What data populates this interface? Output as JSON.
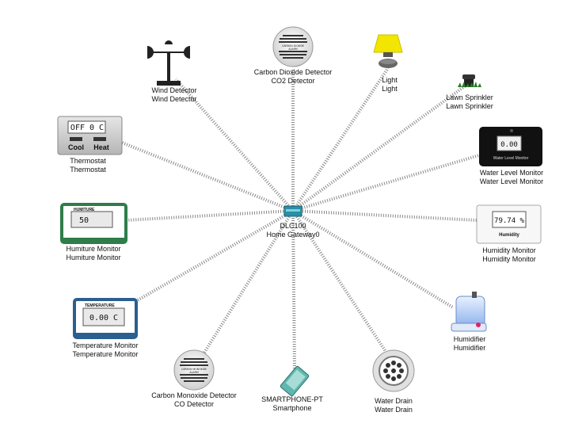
{
  "gateway": {
    "name": "DLC100",
    "subtitle": "Home Gateway0"
  },
  "devices": [
    {
      "id": "wind",
      "name": "Wind Detector",
      "subtitle": "Wind Detector",
      "icon": "anemometer-icon"
    },
    {
      "id": "co2",
      "name": "Carbon Dioxide Detector",
      "subtitle": "CO2 Detector",
      "icon": "smoke-alarm-icon",
      "device_text": [
        "CARBON DIOXIDE",
        "ALARM"
      ]
    },
    {
      "id": "light",
      "name": "Light",
      "subtitle": "Light",
      "icon": "lamp-icon"
    },
    {
      "id": "sprinkler",
      "name": "Lawn Sprinkler",
      "subtitle": "Lawn Sprinkler",
      "icon": "sprinkler-icon"
    },
    {
      "id": "thermostat",
      "name": "Thermostat",
      "subtitle": "Thermostat",
      "icon": "thermostat-icon",
      "display": "OFF 0 C",
      "cool": "Cool",
      "heat": "Heat"
    },
    {
      "id": "water-level",
      "name": "Water Level Monitor",
      "subtitle": "Water Level Monitor",
      "icon": "water-level-monitor-icon",
      "display": "0.00",
      "caption": "Water Level Monitor"
    },
    {
      "id": "humiture",
      "name": "Humiture Monitor",
      "subtitle": "Humiture Monitor",
      "icon": "humiture-monitor-icon",
      "header": "HUMITURE",
      "display": "50"
    },
    {
      "id": "humidity",
      "name": "Humidity Monitor",
      "subtitle": "Humidity Monitor",
      "icon": "humidity-monitor-icon",
      "display": "79.74 %",
      "caption": "Humidity"
    },
    {
      "id": "humidifier",
      "name": "Humidifier",
      "subtitle": "Humidifier",
      "icon": "humidifier-icon"
    },
    {
      "id": "temperature",
      "name": "Temperature Monitor",
      "subtitle": "Temperature Monitor",
      "icon": "temperature-monitor-icon",
      "header": "TEMPERATURE",
      "display": "0.00 C"
    },
    {
      "id": "co",
      "name": "Carbon Monoxide Detector",
      "subtitle": "CO Detector",
      "icon": "smoke-alarm-icon",
      "device_text": [
        "CARBON MONOXIDE",
        "ALARM"
      ]
    },
    {
      "id": "smartphone",
      "name": "SMARTPHONE-PT",
      "subtitle": "Smartphone",
      "icon": "smartphone-icon"
    },
    {
      "id": "drain",
      "name": "Water Drain",
      "subtitle": "Water Drain",
      "icon": "drain-icon"
    }
  ],
  "colors": {
    "link": "#888888",
    "gateway": "#2a8fa6",
    "thermostat_body": "#c9c9c9",
    "humiture_frame": "#2e7d4a",
    "temperature_frame": "#2b5f8f",
    "lamp": "#f2e600",
    "smartphone": "#5fb7b0"
  }
}
